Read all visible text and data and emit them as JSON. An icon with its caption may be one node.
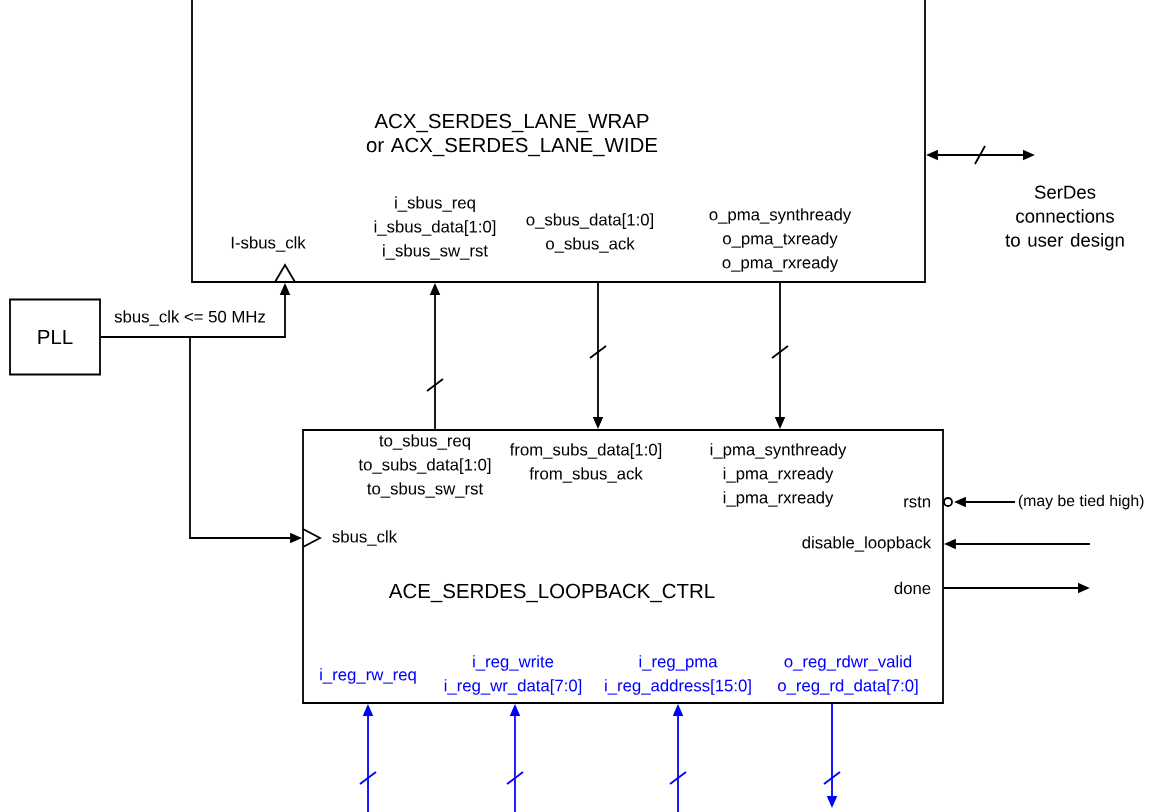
{
  "diagram": {
    "nodes": [
      {
        "text": [
          "ACX_SERDES_LANE_WRAP or ACX_SERDES_LANE_WIDE",
          "I-sbus_clk",
          "i_sbus_req i_sbus_data[1:0] i_sbus_sw_rst",
          "o_sbus_data[1:0] o_sbus_ack",
          "o_pma_synthready o_pma_txready o_pma_rxready"
        ]
      },
      {
        "text": [
          "PLL"
        ]
      },
      {
        "text": [
          "to_sbus_req to_subs_data[1:0] to_sbus_sw_rst",
          "from_subs_data[1:0] from_sbus_ack",
          "i_pma_synthready i_pma_rxready i_pma_rxready",
          "rstn",
          "sbus_clk",
          "disable_loopback",
          "ACE_SERDES_LOOPBACK_CTRL",
          "done",
          "i_reg_rw_req",
          "i_reg_write i_reg_wr_data[7:0]",
          "i_reg_pma i_reg_address[15:0]",
          "o_reg_rdwr_valid o_reg_rd_data[7:0]"
        ]
      },
      {
        "text": [
          "(may be tied high)"
        ]
      }
    ],
    "edges": [
      {
        "from": 1,
        "to": 0,
        "arrow": "to",
        "label": "sbus_clk <= 50 MHz"
      },
      {
        "from": 1,
        "to": 2,
        "arrow": "to"
      },
      {
        "from": 2,
        "to": 0,
        "arrow": "to"
      },
      {
        "from": 0,
        "to": 2,
        "arrow": "to"
      },
      {
        "from": 0,
        "to": 2,
        "arrow": "to"
      },
      {
        "from": 0,
        "to": null,
        "arrow": "both"
      },
      {
        "from": 3,
        "to": 2,
        "arrow": "to"
      },
      {
        "from": null,
        "to": 2,
        "arrow": "to"
      },
      {
        "from": 2,
        "to": null,
        "arrow": "to"
      },
      {
        "from": null,
        "to": 2,
        "arrow": "to",
        "color": "#0000ff"
      },
      {
        "from": null,
        "to": 2,
        "arrow": "to",
        "color": "#0000ff"
      },
      {
        "from": null,
        "to": 2,
        "arrow": "to",
        "color": "#0000ff"
      },
      {
        "from": 2,
        "to": null,
        "arrow": "to",
        "color": "#0000ff"
      }
    ],
    "labels": [
      "SerDes connections to user design"
    ]
  }
}
